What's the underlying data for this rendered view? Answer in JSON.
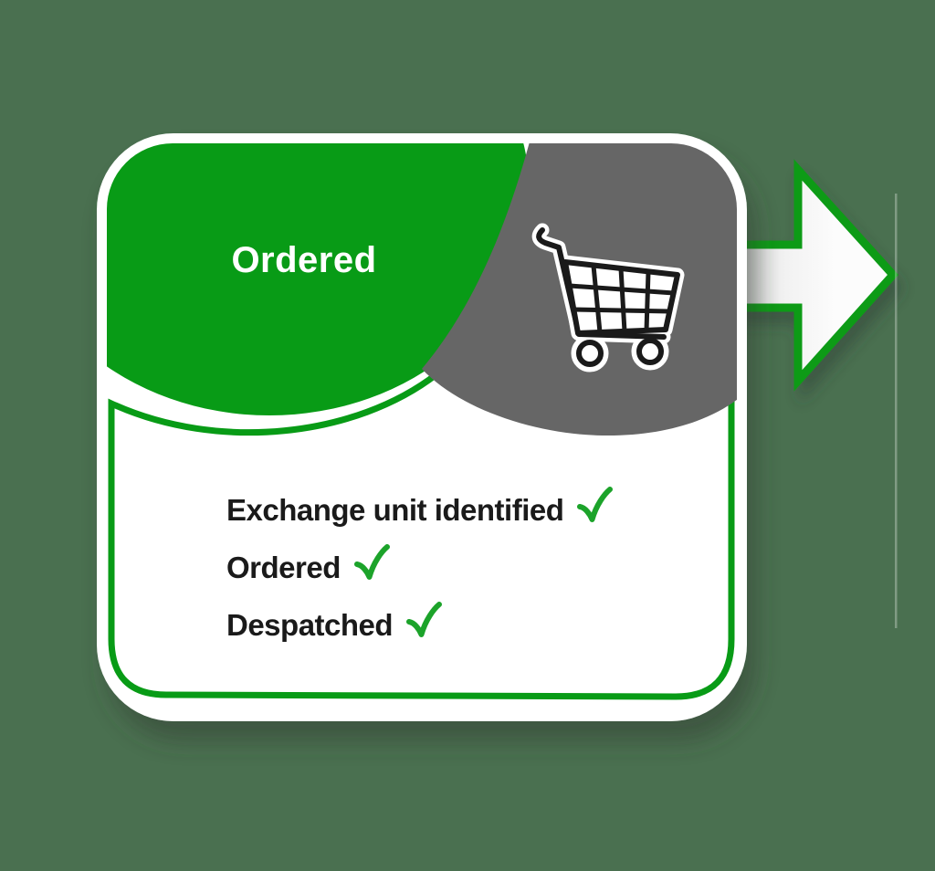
{
  "diagram": {
    "stage_label": "Ordered",
    "checklist": [
      {
        "label": "Exchange unit identified",
        "checked": true
      },
      {
        "label": "Ordered",
        "checked": true
      },
      {
        "label": "Despatched",
        "checked": true
      }
    ],
    "icons": {
      "cart": "shopping-cart-icon",
      "next": "next-step-arrow-icon",
      "check": "check-icon"
    }
  },
  "colors": {
    "background": "#4A7050",
    "brand_green": "#089B16",
    "blob_gray": "#666666",
    "check_green": "#1CA32A",
    "card_white": "#FFFFFF",
    "arrow_fill_light": "#F4F4F4",
    "text_dark": "#1A1A1A"
  }
}
